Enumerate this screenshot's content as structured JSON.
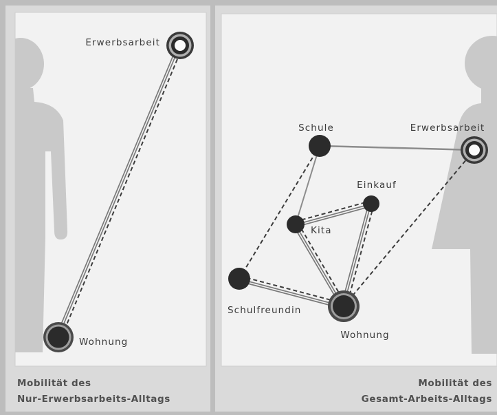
{
  "left_panel": {
    "nodes": {
      "erwerbsarbeit": "Erwerbsarbeit",
      "wohnung": "Wohnung"
    },
    "caption": {
      "line1": "Mobilität des",
      "line2": "Nur-Erwerbsarbeits-Alltags"
    }
  },
  "right_panel": {
    "nodes": {
      "schule": "Schule",
      "erwerbsarbeit": "Erwerbsarbeit",
      "einkauf": "Einkauf",
      "kita": "Kita",
      "schulfreundin": "Schulfreundin",
      "wohnung": "Wohnung"
    },
    "caption": {
      "line1": "Mobilität des",
      "line2": "Gesamt-Arbeits-Alltags"
    }
  },
  "colors": {
    "node": "#2b2b2b",
    "edge": "#7a7a7a",
    "dashed_edge": "#3c3c3c",
    "silhouette": "#c9c9c9",
    "panel": "#f2f2f2",
    "caption_text": "#505050"
  }
}
